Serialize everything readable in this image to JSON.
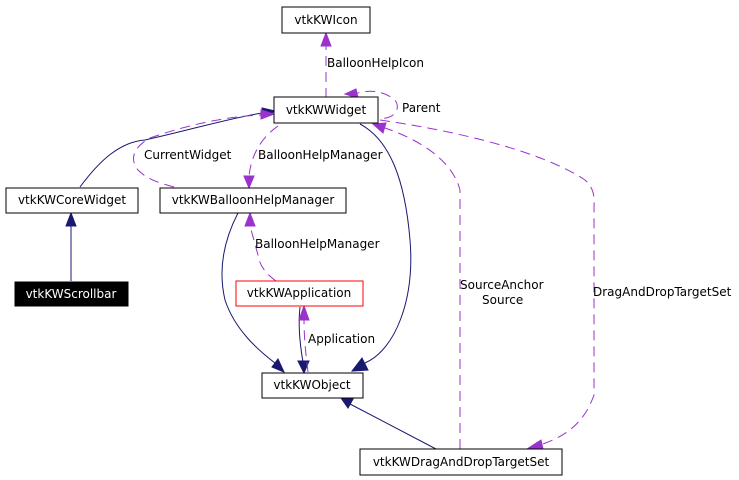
{
  "diagram": {
    "type": "collaboration-graph",
    "colors": {
      "inheritance_edge": "#191970",
      "usage_edge": "#9a32cd",
      "highlight_node_fill": "#000000",
      "highlight_node_text": "#ffffff",
      "red_border_node": "#ff0000"
    },
    "nodes": {
      "icon": "vtkKWIcon",
      "widget": "vtkKWWidget",
      "core_widget": "vtkKWCoreWidget",
      "balloon_help_manager": "vtkKWBalloonHelpManager",
      "scrollbar": "vtkKWScrollbar",
      "application": "vtkKWApplication",
      "object": "vtkKWObject",
      "drag_and_drop_target_set": "vtkKWDragAndDropTargetSet"
    },
    "edge_labels": {
      "balloon_help_icon": "BalloonHelpIcon",
      "parent": "Parent",
      "current_widget": "CurrentWidget",
      "balloon_help_manager_1": "BalloonHelpManager",
      "balloon_help_manager_2": "BalloonHelpManager",
      "application": "Application",
      "source_anchor": "SourceAnchor",
      "source": "Source",
      "drag_and_drop_target_set": "DragAndDropTargetSet"
    }
  }
}
